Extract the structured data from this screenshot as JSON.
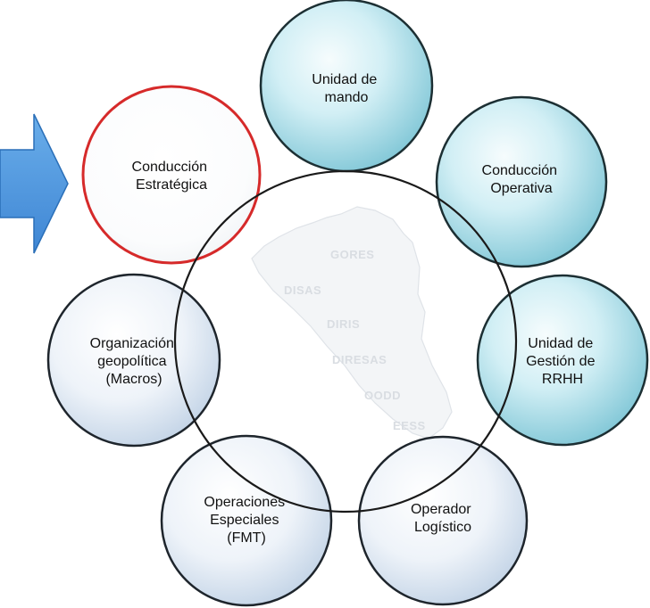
{
  "map_labels": [
    "GORES",
    "DISAS",
    "DIRIS",
    "DIRESAS",
    "OODD",
    "EESS"
  ],
  "nodes": [
    {
      "id": "unidad-de-mando",
      "lines": [
        "Unidad de",
        "mando"
      ]
    },
    {
      "id": "conduccion-operativa",
      "lines": [
        "Conducción",
        "Operativa"
      ]
    },
    {
      "id": "unidad-de-gestion-de-rrhh",
      "lines": [
        "Unidad de",
        "Gestión  de",
        "RRHH"
      ]
    },
    {
      "id": "operador-logistico",
      "lines": [
        "Operador",
        "Logístico"
      ]
    },
    {
      "id": "operaciones-especiales",
      "lines": [
        "Operaciones",
        "Especiales",
        "(FMT)"
      ]
    },
    {
      "id": "organizacion-geopolitica",
      "lines": [
        "Organización",
        "geopolítica",
        "(Macros)"
      ]
    },
    {
      "id": "conduccion-estrategica",
      "lines": [
        "Conducción",
        "Estratégica"
      ]
    }
  ],
  "colors": {
    "teal_fill": "#bfe6ee",
    "teal_stroke": "#1c2f33",
    "pale_fill": "#e4edf7",
    "pale_stroke": "#1e252c",
    "highlight_stroke": "#d62a2a",
    "arrow_fill": "#4f97e0",
    "arrow_stroke": "#2a6fb8",
    "ring_stroke": "#1a1a1a"
  },
  "highlighted_node": "conduccion-estrategica"
}
